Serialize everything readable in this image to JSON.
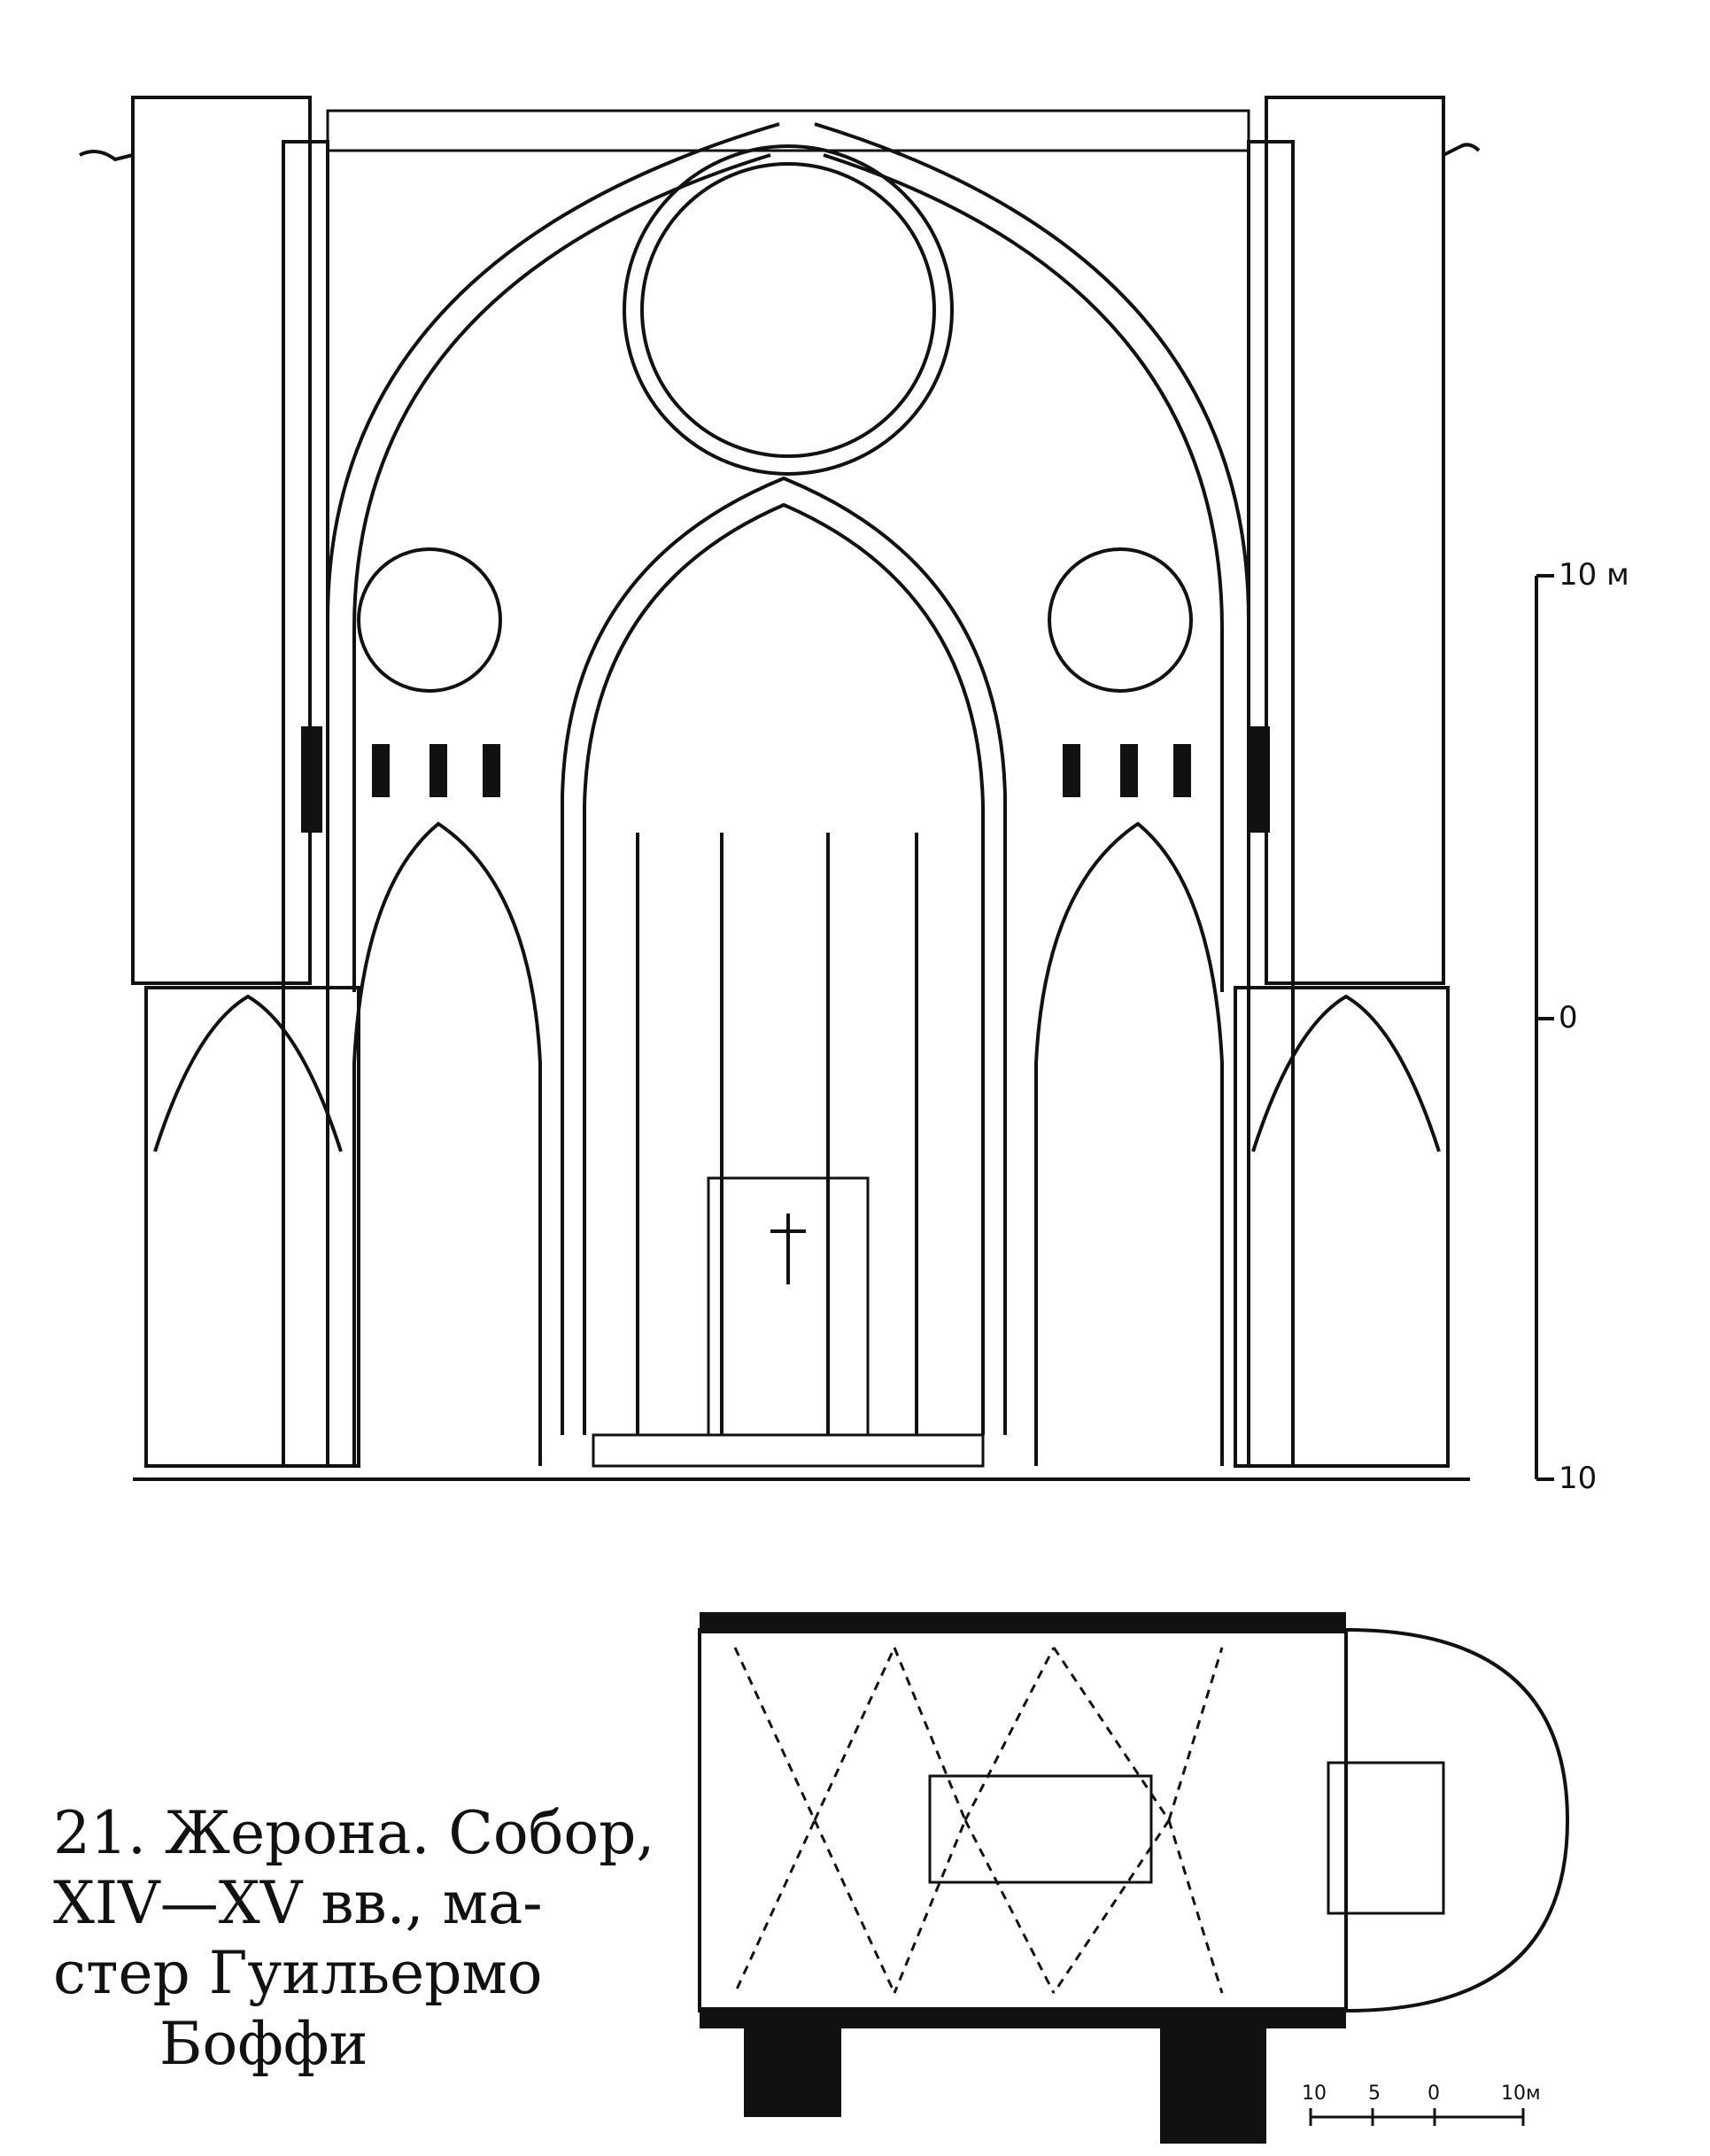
{
  "caption": {
    "line1": "21. Жерона. Собор,",
    "line2": "XIV—XV вв., ма-",
    "line3": "стер Гуильермо",
    "line4": "Боффи"
  },
  "section_scale": {
    "top_label": "10 м",
    "mid_label": "0",
    "bottom_label": "10"
  },
  "plan_scale": {
    "label_10": "10",
    "label_5": "5",
    "label_0": "0",
    "label_10m": "10м"
  }
}
